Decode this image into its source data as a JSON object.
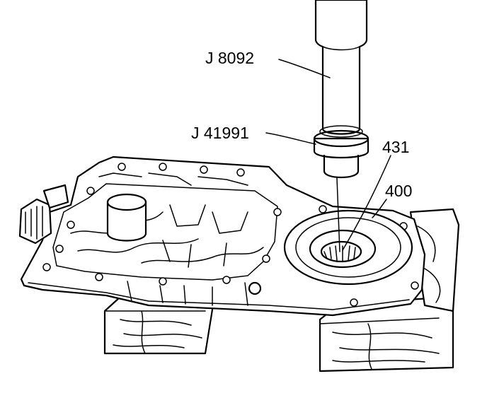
{
  "callouts": {
    "tool_driver": "J 8092",
    "tool_installer": "J 41991",
    "part_seal": "431",
    "part_case": "400"
  },
  "colors": {
    "ink": "#000000",
    "background": "#ffffff",
    "halftone": "#b8b8b8"
  }
}
